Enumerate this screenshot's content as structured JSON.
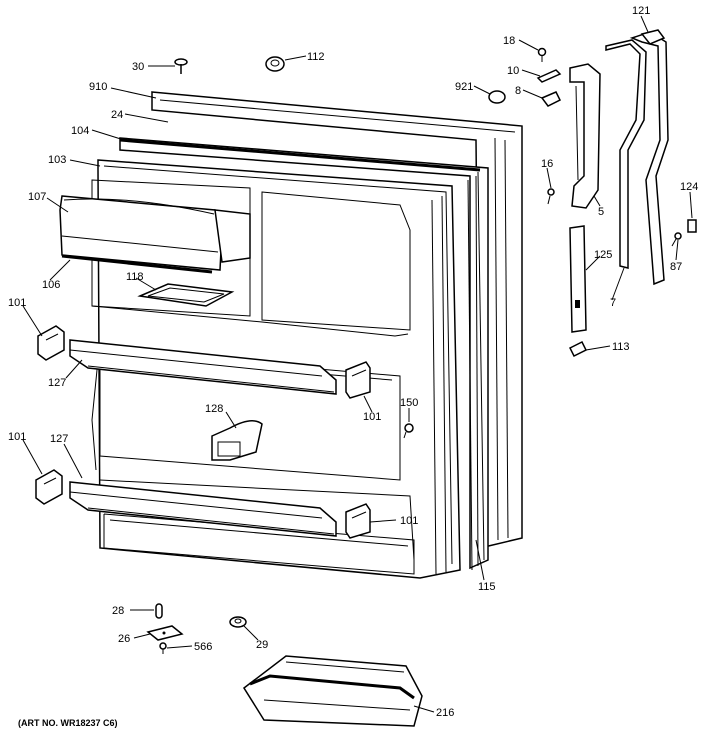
{
  "callouts": [
    {
      "id": "c30",
      "text": "30"
    },
    {
      "id": "c112",
      "text": "112"
    },
    {
      "id": "c910",
      "text": "910"
    },
    {
      "id": "c24",
      "text": "24"
    },
    {
      "id": "c104",
      "text": "104"
    },
    {
      "id": "c103",
      "text": "103"
    },
    {
      "id": "c107",
      "text": "107"
    },
    {
      "id": "c106",
      "text": "106"
    },
    {
      "id": "c118",
      "text": "118"
    },
    {
      "id": "c101a",
      "text": "101"
    },
    {
      "id": "c127a",
      "text": "127"
    },
    {
      "id": "c101b",
      "text": "101"
    },
    {
      "id": "c128",
      "text": "128"
    },
    {
      "id": "c150",
      "text": "150"
    },
    {
      "id": "c101c",
      "text": "101"
    },
    {
      "id": "c127b",
      "text": "127"
    },
    {
      "id": "c101d",
      "text": "101"
    },
    {
      "id": "c115",
      "text": "115"
    },
    {
      "id": "c18",
      "text": "18"
    },
    {
      "id": "c10",
      "text": "10"
    },
    {
      "id": "c921",
      "text": "921"
    },
    {
      "id": "c8",
      "text": "8"
    },
    {
      "id": "c16",
      "text": "16"
    },
    {
      "id": "c5",
      "text": "5"
    },
    {
      "id": "c121",
      "text": "121"
    },
    {
      "id": "c124",
      "text": "124"
    },
    {
      "id": "c87",
      "text": "87"
    },
    {
      "id": "c125",
      "text": "125"
    },
    {
      "id": "c7",
      "text": "7"
    },
    {
      "id": "c113",
      "text": "113"
    },
    {
      "id": "c28",
      "text": "28"
    },
    {
      "id": "c26",
      "text": "26"
    },
    {
      "id": "c566",
      "text": "566"
    },
    {
      "id": "c29",
      "text": "29"
    },
    {
      "id": "c216",
      "text": "216"
    }
  ],
  "art_number": "(ART NO. WR18237 C6)"
}
